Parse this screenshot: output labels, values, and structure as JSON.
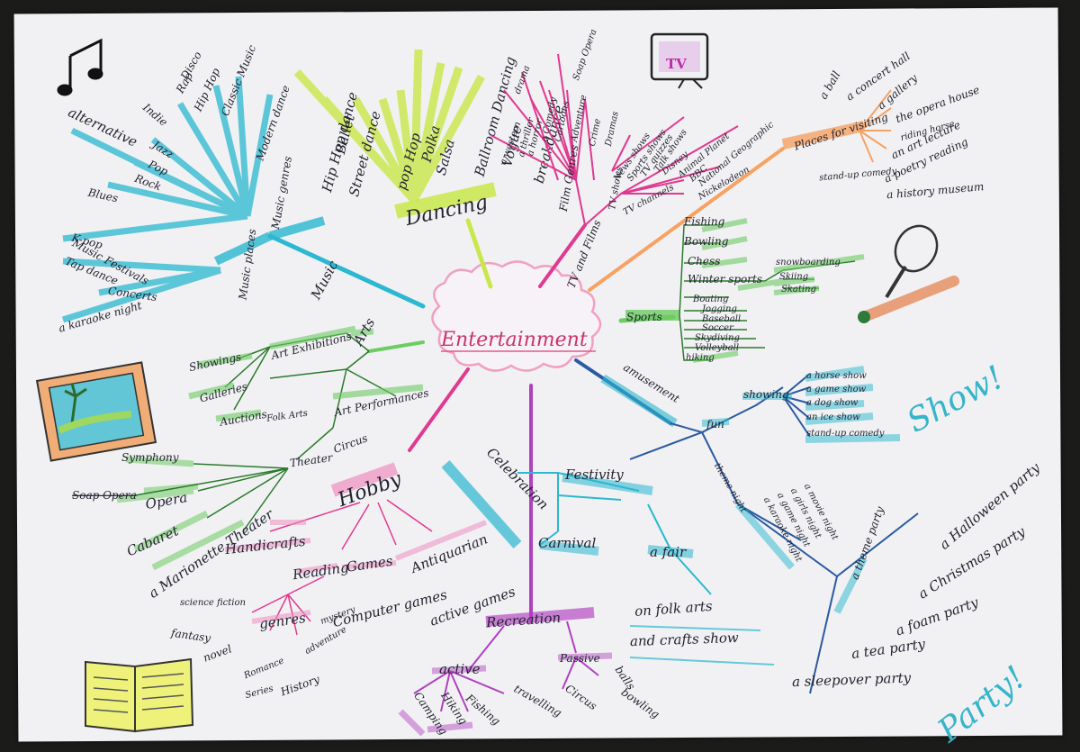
{
  "center": "Entertainment",
  "drawings": {
    "tv_label": "TV",
    "show_text": "Show!",
    "party_text": "Party!"
  },
  "music": {
    "label": "Music",
    "genres_label": "Music genres",
    "genres": [
      "alternative",
      "Blues",
      "Rock",
      "Pop",
      "Jazz",
      "Hip Hop",
      "Indie",
      "Rap",
      "Disco",
      "Classic Music",
      "Modern dance",
      "K-pop"
    ],
    "places_label": "Music places",
    "places": [
      "Tap dance",
      "Music Festivals",
      "Concerts",
      "a karaoke night"
    ]
  },
  "dancing": {
    "label": "Dancing",
    "items": [
      "Hip Hop dance",
      "Street dance",
      "Ballet",
      "pop Hop",
      "Polka",
      "Salsa",
      "Ballroom Dancing",
      "Vogue",
      "breakdance"
    ]
  },
  "tv_films": {
    "label": "TV and Films",
    "film_genres_label": "Film Genres",
    "film_genres": [
      "a western",
      "a thriller",
      "a horror",
      "a Comedy",
      "Cartoons",
      "Adventure",
      "Crime",
      "Dramas",
      "drama",
      "Soap Opera"
    ],
    "tv_shows_label": "TV shows",
    "tv_shows": [
      "News shows",
      "Sports shows",
      "TV quizzes",
      "Talk shows"
    ],
    "channels_label": "TV channels",
    "channels": [
      "Disney",
      "Animal Planet",
      "BBC",
      "National Geographic",
      "Nickelodeon"
    ]
  },
  "places": {
    "label": "Places for visiting",
    "items": [
      "a ball",
      "a concert hall",
      "a gallery",
      "the opera house",
      "riding horse",
      "an art lecture",
      "stand-up comedy",
      "a poetry reading",
      "a history museum"
    ]
  },
  "sports": {
    "label": "Sports",
    "items": [
      "Fishing",
      "Bowling",
      "Chess",
      "Winter sports",
      "Boating",
      "Jogging",
      "Baseball",
      "Soccer",
      "Skydiving",
      "Volleyball",
      "hiking"
    ],
    "winter": [
      "snowboarding",
      "Skiing",
      "Skating"
    ]
  },
  "arts": {
    "label": "Arts",
    "exhibitions_label": "Art Exhibitions",
    "exhibitions": [
      "Showings",
      "Galleries",
      "Auctions"
    ],
    "performances_label": "Art Performances",
    "performances": [
      "Folk Arts",
      "Circus",
      "Theater"
    ]
  },
  "theater": {
    "items": [
      "Symphony",
      "Soap Opera",
      "Opera",
      "Cabaret",
      "a Marionette Theater"
    ]
  },
  "hobby": {
    "label": "Hobby",
    "items": [
      "Handicrafts",
      "Reading",
      "Games",
      "Antiquarian"
    ],
    "reading_label": "genres",
    "reading": [
      "science fiction",
      "fantasy",
      "novel",
      "Romance",
      "Series",
      "History",
      "adventure",
      "mystery"
    ],
    "games": [
      "Computer games",
      "active games"
    ]
  },
  "celebration": {
    "label": "Celebration",
    "festivity": "Festivity",
    "carnival": "Carnival",
    "fair": "a fair",
    "fair_detail": [
      "on folk arts",
      "and crafts show"
    ]
  },
  "recreation": {
    "label": "Recreation",
    "active_label": "active",
    "active": [
      "Camping",
      "Hiking",
      "Fishing",
      "travelling"
    ],
    "passive_label": "Passive",
    "passive": [
      "Circus",
      "balls",
      "bowling"
    ]
  },
  "amusement": {
    "label": "amusement",
    "fun": "fun",
    "showing_label": "showing",
    "showing": [
      "a horse show",
      "a game show",
      "a dog show",
      "an ice show",
      "stand-up comedy"
    ],
    "nights_label": "theme night",
    "nights": [
      "a karaoke night",
      "a game night",
      "a girls night",
      "a movie night"
    ],
    "party_label": "a theme party",
    "parties": [
      "a Halloween party",
      "a Christmas party",
      "a foam party",
      "a tea party",
      "a sleepover party"
    ]
  }
}
